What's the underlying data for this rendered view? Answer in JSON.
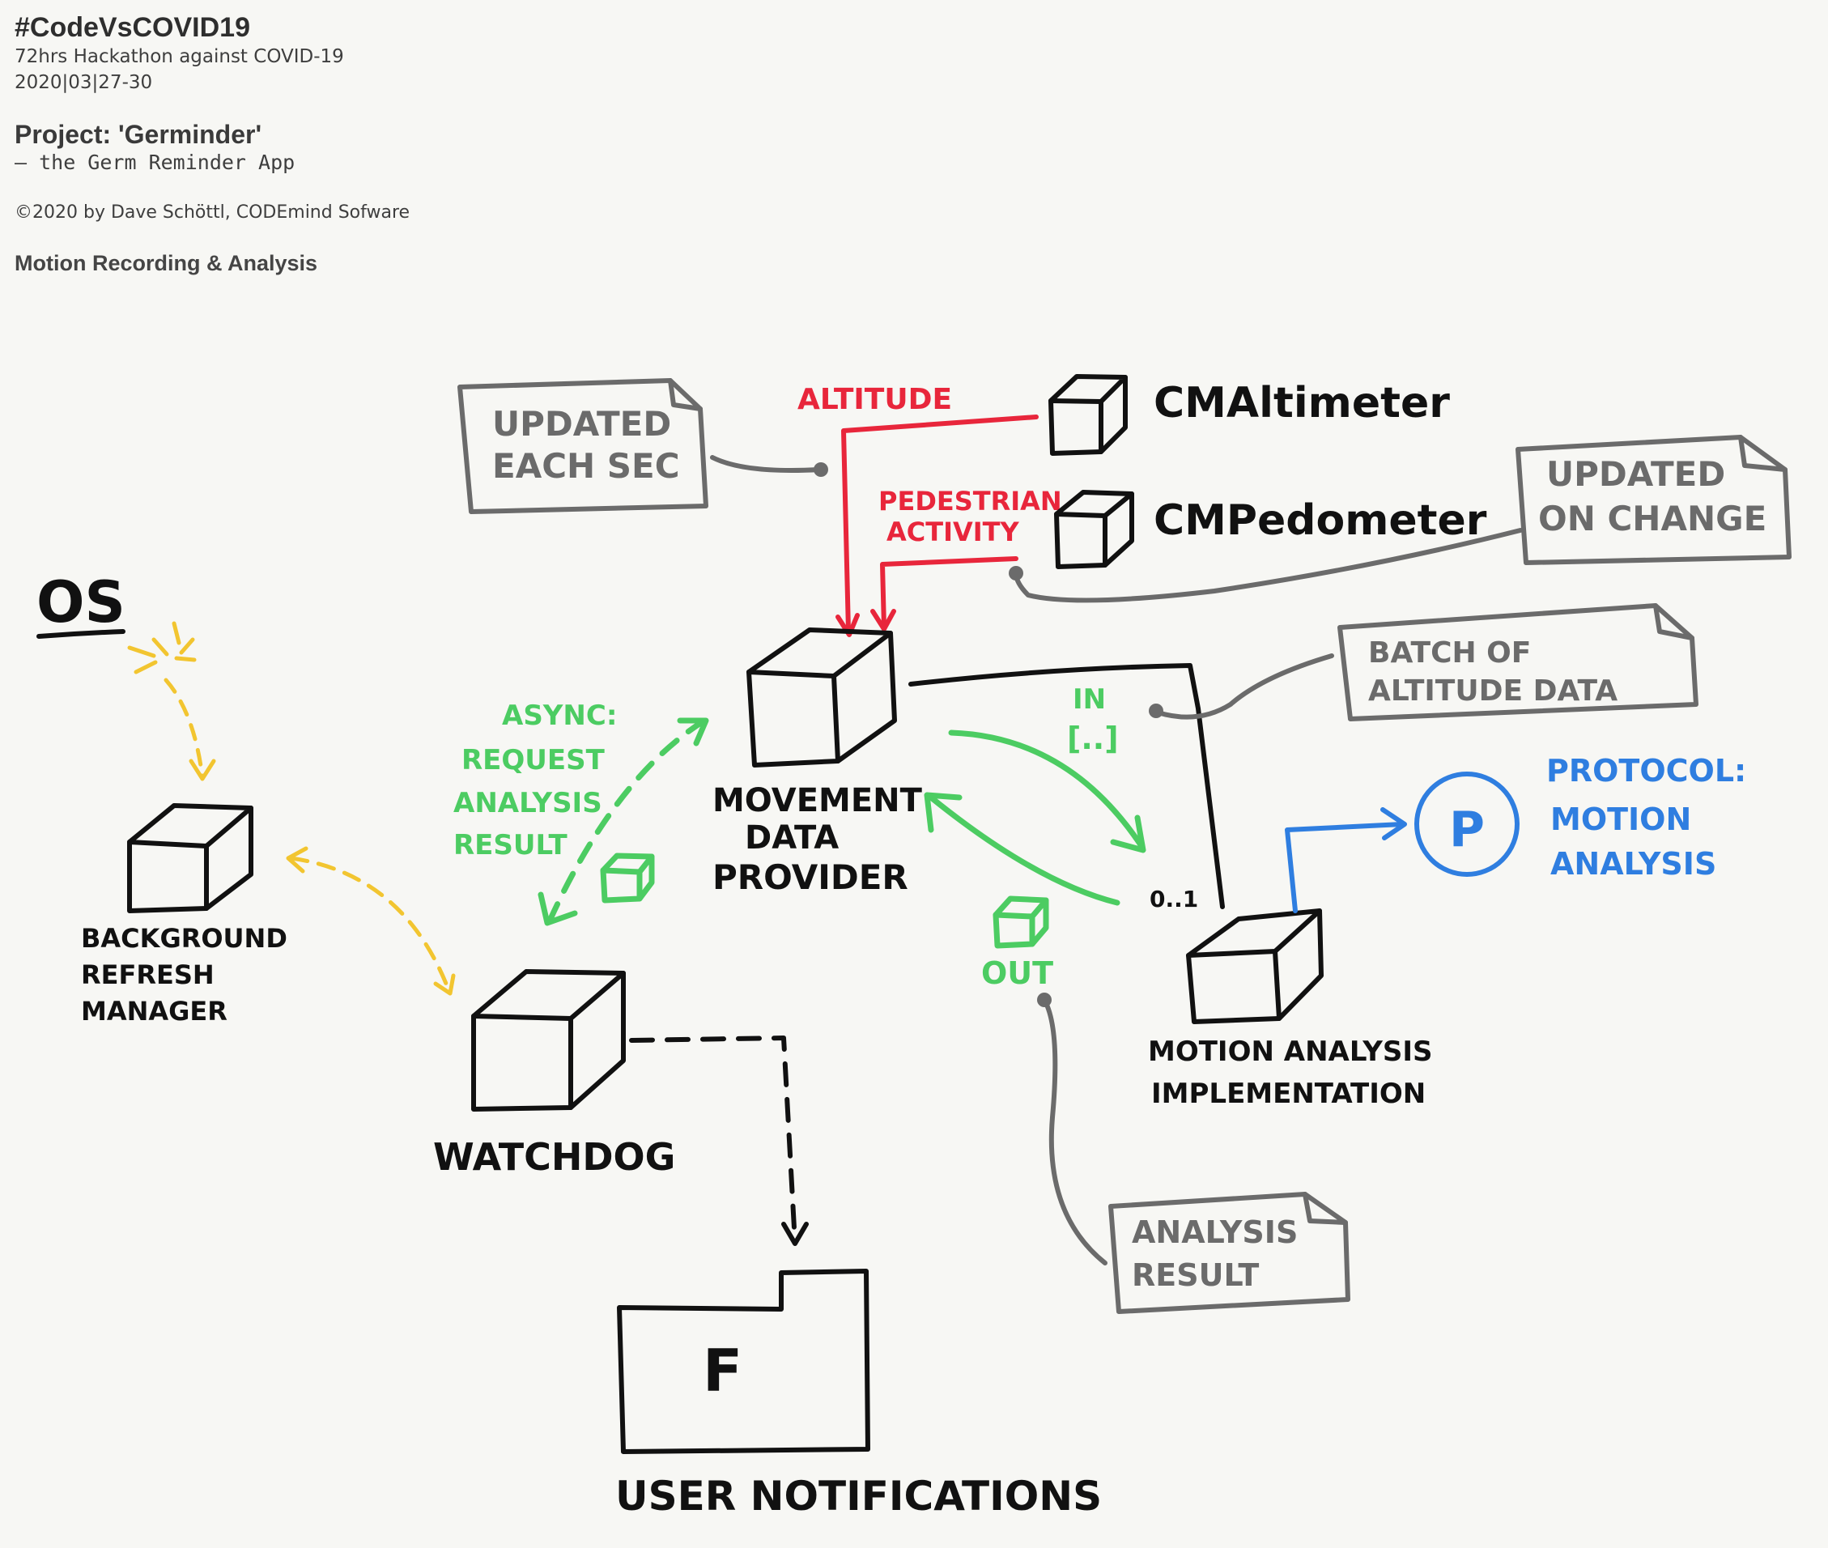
{
  "header": {
    "title": "#CodeVsCOVID19",
    "subtitle": "72hrs Hackathon against COVID-19",
    "dates": "2020|03|27-30",
    "project": "Project: 'Germinder'",
    "tagline": "— the Germ Reminder App",
    "copyright": "©2020 by Dave Schöttl, CODEmind Sofware",
    "section": "Motion Recording & Analysis"
  },
  "colors": {
    "ink": "#111111",
    "note": "#6b6b6b",
    "red": "#e8263b",
    "green": "#4ccc62",
    "yellow": "#f2c530",
    "blue": "#2f7ee0"
  },
  "diagram": {
    "os_label": "OS",
    "nodes": {
      "cm_altimeter": "CMAltimeter",
      "cm_pedometer": "CMPedometer",
      "movement_provider": [
        "MOVEMENT",
        "DATA",
        "PROVIDER"
      ],
      "background_manager": [
        "BACKGROUND",
        "REFRESH",
        "MANAGER"
      ],
      "watchdog": "WATCHDOG",
      "motion_impl": [
        "MOTION ANALYSIS",
        "IMPLEMENTATION"
      ],
      "user_notifications": "USER NOTIFICATIONS",
      "framework_letter": "F",
      "protocol_letter": "P"
    },
    "notes": {
      "updated_each_sec": [
        "UPDATED",
        "EACH SEC"
      ],
      "updated_on_change": [
        "UPDATED",
        "ON CHANGE"
      ],
      "batch_altitude": [
        "BATCH OF",
        "ALTITUDE DATA"
      ],
      "analysis_result": [
        "ANALYSIS",
        "RESULT"
      ]
    },
    "labels": {
      "altitude": "ALTITUDE",
      "pedestrian": [
        "PEDESTRIAN",
        "ACTIVITY"
      ],
      "async": [
        "ASYNC:",
        "REQUEST",
        "ANALYSIS",
        "RESULT"
      ],
      "in": "IN",
      "in_array": "[..]",
      "out": "OUT",
      "multiplicity": "0..1",
      "protocol": [
        "PROTOCOL:",
        "MOTION",
        "ANALYSIS"
      ]
    }
  }
}
